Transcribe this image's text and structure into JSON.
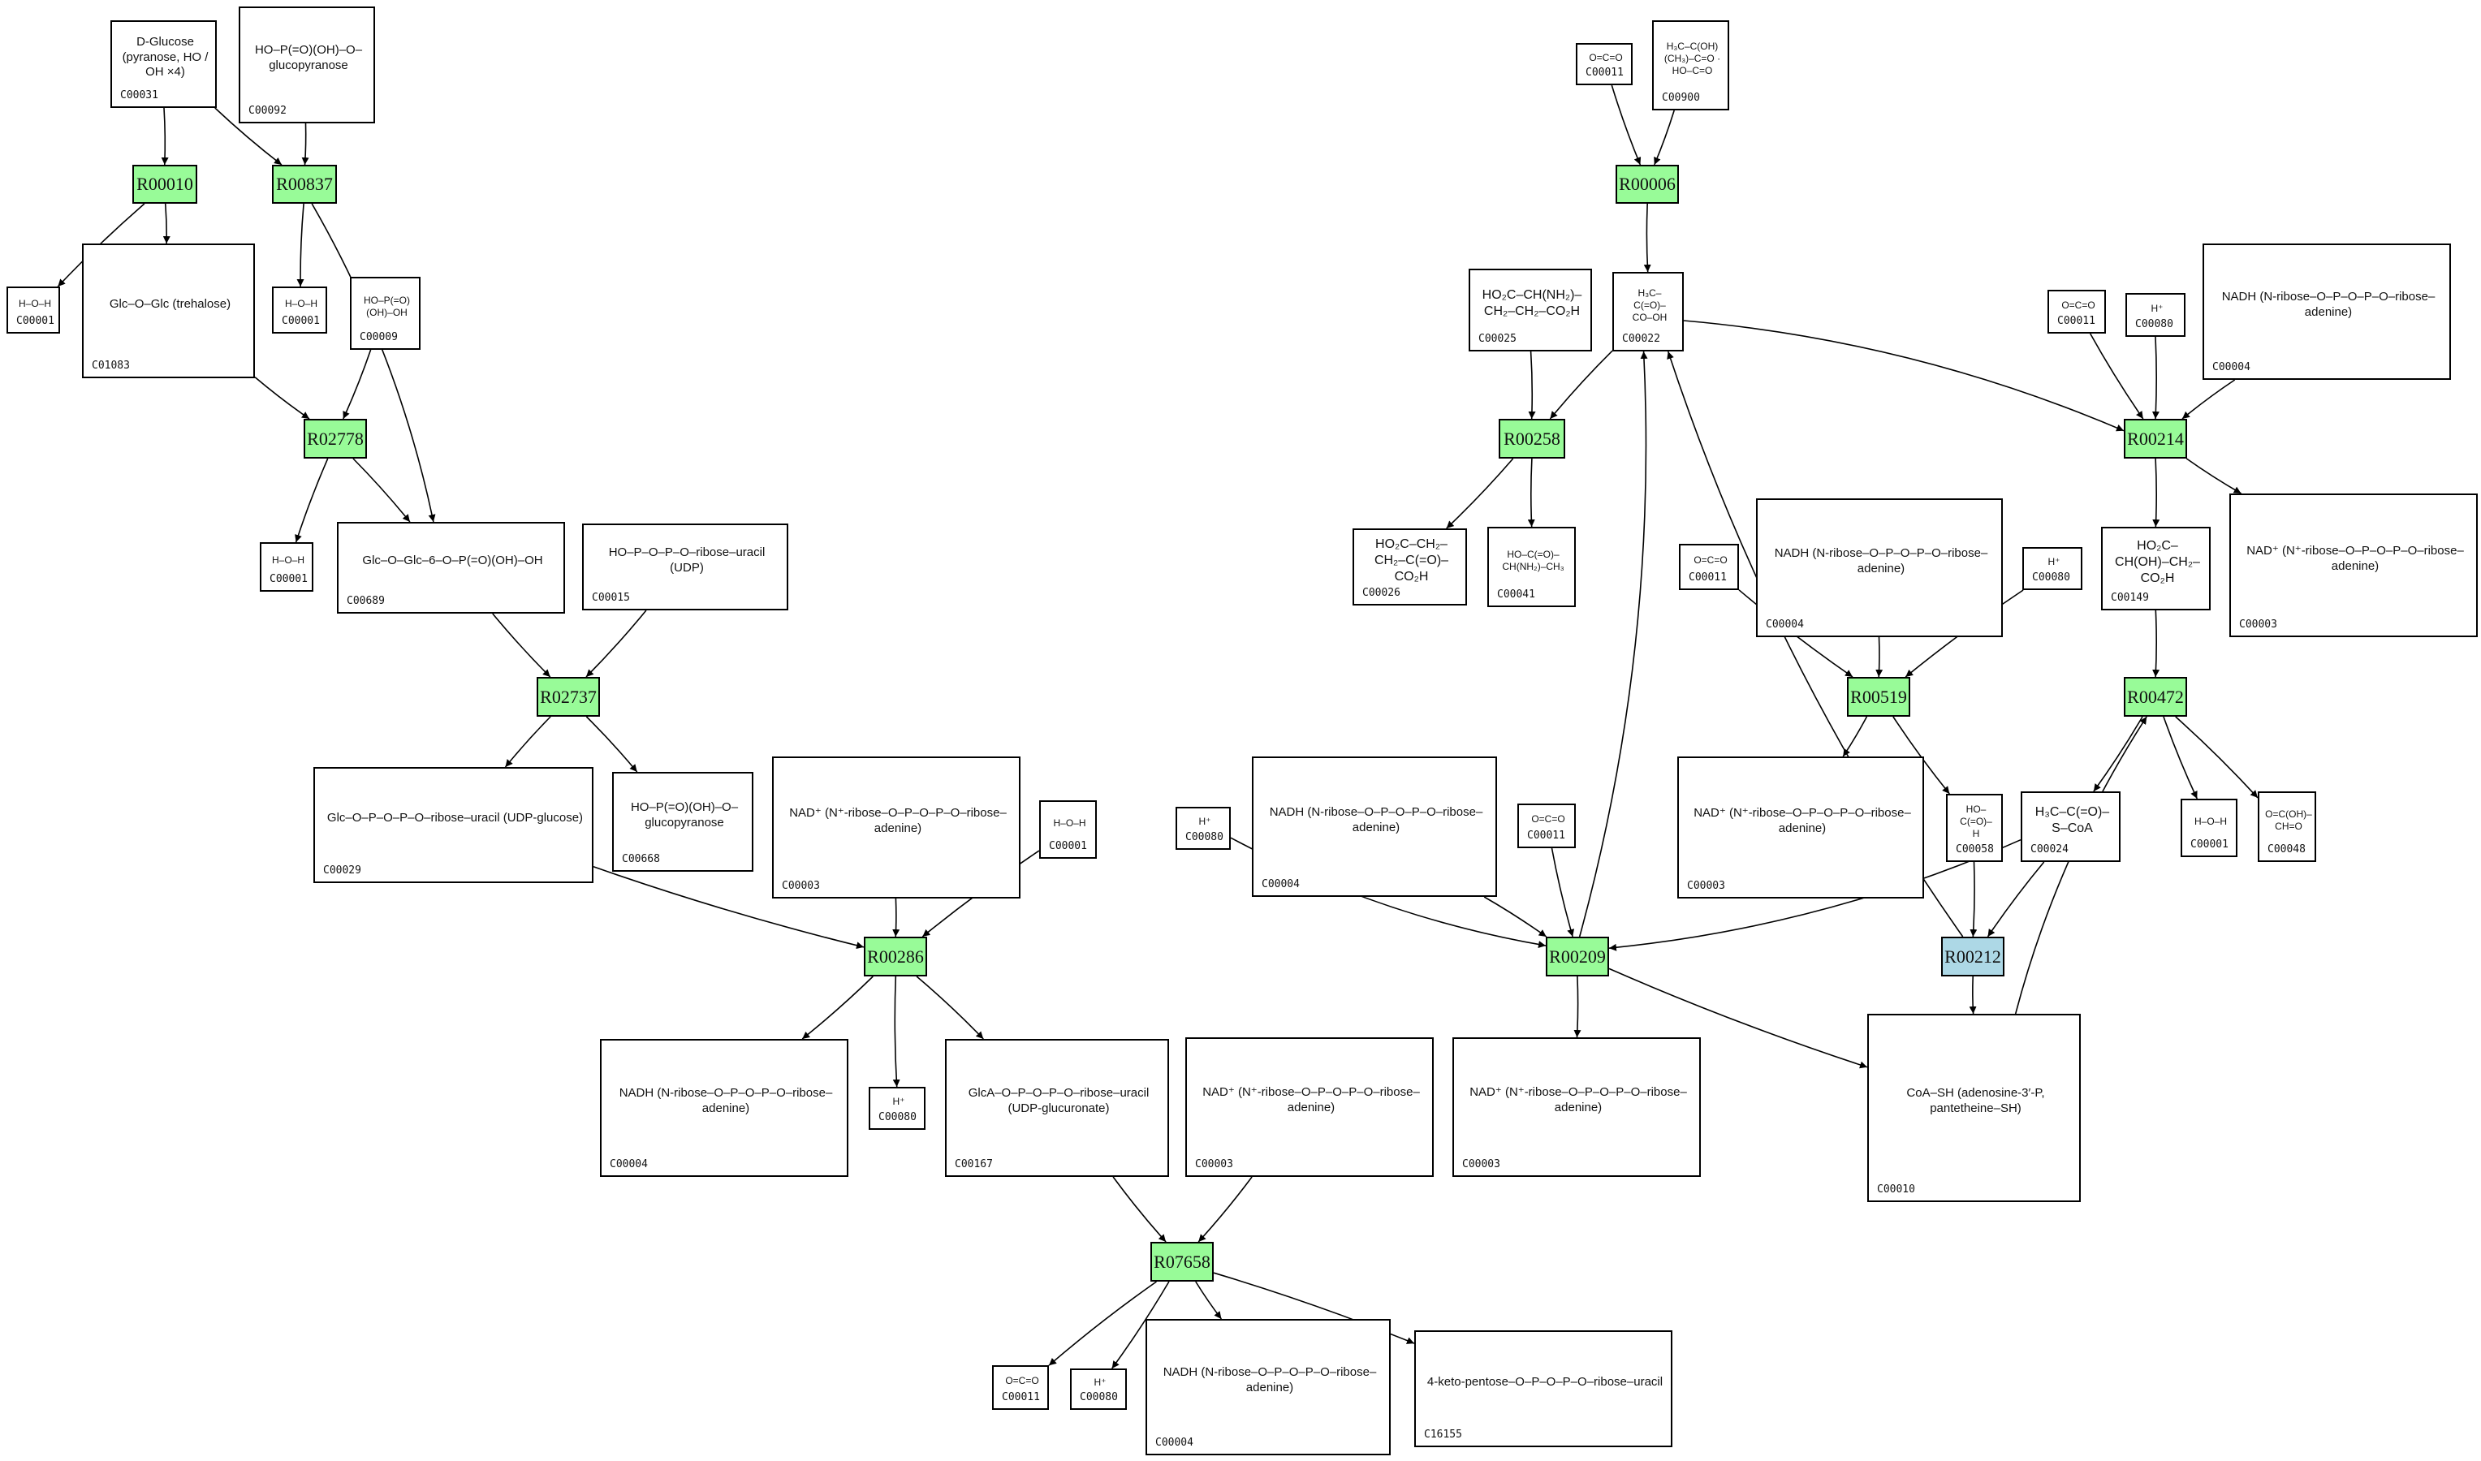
{
  "diagram": {
    "title": "",
    "reaction_color_default": "#98fb98",
    "reaction_color_highlight": "#add8e6",
    "compound_border_color": "#000000",
    "edge_color": "#000000"
  },
  "compounds": {
    "c00031": {
      "id": "C00031",
      "structure": "D-Glucose (pyranose, HO / OH ×4)"
    },
    "c00092": {
      "id": "C00092",
      "structure": "HO–P(=O)(OH)–O–glucopyranose"
    },
    "c00001a": {
      "id": "C00001",
      "structure": "H–O–H"
    },
    "c01083": {
      "id": "C01083",
      "structure": "Glc–O–Glc (trehalose)"
    },
    "c00001b": {
      "id": "C00001",
      "structure": "H–O–H"
    },
    "c00009": {
      "id": "C00009",
      "structure": "HO–P(=O)(OH)–OH"
    },
    "c00001c": {
      "id": "C00001",
      "structure": "H–O–H"
    },
    "c00689": {
      "id": "C00689",
      "structure": "Glc–O–Glc–6–O–P(=O)(OH)–OH"
    },
    "c00015": {
      "id": "C00015",
      "structure": "HO–P–O–P–O–ribose–uracil (UDP)"
    },
    "c00029": {
      "id": "C00029",
      "structure": "Glc–O–P–O–P–O–ribose–uracil (UDP-glucose)"
    },
    "c00668": {
      "id": "C00668",
      "structure": "HO–P(=O)(OH)–O–glucopyranose"
    },
    "c00003a": {
      "id": "C00003",
      "structure": "NAD⁺ (N⁺-ribose–O–P–O–P–O–ribose–adenine)"
    },
    "c00001d": {
      "id": "C00001",
      "structure": "H–O–H"
    },
    "c00004a": {
      "id": "C00004",
      "structure": "NADH (N-ribose–O–P–O–P–O–ribose–adenine)"
    },
    "c00080a": {
      "id": "C00080",
      "structure": "H⁺"
    },
    "c00167": {
      "id": "C00167",
      "structure": "GlcA–O–P–O–P–O–ribose–uracil (UDP-glucuronate)"
    },
    "c00003b": {
      "id": "C00003",
      "structure": "NAD⁺ (N⁺-ribose–O–P–O–P–O–ribose–adenine)"
    },
    "c00003c": {
      "id": "C00003",
      "structure": "NAD⁺ (N⁺-ribose–O–P–O–P–O–ribose–adenine)"
    },
    "c00011a": {
      "id": "C00011",
      "structure": "O=C=O"
    },
    "c00080b": {
      "id": "C00080",
      "structure": "H⁺"
    },
    "c00004b": {
      "id": "C00004",
      "structure": "NADH (N-ribose–O–P–O–P–O–ribose–adenine)"
    },
    "c16155": {
      "id": "C16155",
      "structure": "4-keto-pentose–O–P–O–P–O–ribose–uracil"
    },
    "c00011b": {
      "id": "C00011",
      "structure": "O=C=O"
    },
    "c00900": {
      "id": "C00900",
      "structure": "H₃C–C(OH)(CH₃)–C=O · HO–C=O"
    },
    "c00025": {
      "id": "C00025",
      "structure": "HO₂C–CH(NH₂)–CH₂–CH₂–CO₂H"
    },
    "c00022": {
      "id": "C00022",
      "structure": "H₃C–C(=O)–CO–OH"
    },
    "c00026": {
      "id": "C00026",
      "structure": "HO₂C–CH₂–CH₂–C(=O)–CO₂H"
    },
    "c00041": {
      "id": "C00041",
      "structure": "HO–C(=O)–CH(NH₂)–CH₃"
    },
    "c00011c": {
      "id": "C00011",
      "structure": "O=C=O"
    },
    "c00080c": {
      "id": "C00080",
      "structure": "H⁺"
    },
    "c00004c": {
      "id": "C00004",
      "structure": "NADH (N-ribose–O–P–O–P–O–ribose–adenine)"
    },
    "c00149": {
      "id": "C00149",
      "structure": "HO₂C–CH(OH)–CH₂–CO₂H"
    },
    "c00003d": {
      "id": "C00003",
      "structure": "NAD⁺ (N⁺-ribose–O–P–O–P–O–ribose–adenine)"
    },
    "c00011d": {
      "id": "C00011",
      "structure": "O=C=O"
    },
    "c00004d": {
      "id": "C00004",
      "structure": "NADH (N-ribose–O–P–O–P–O–ribose–adenine)"
    },
    "c00080d": {
      "id": "C00080",
      "structure": "H⁺"
    },
    "c00003e": {
      "id": "C00003",
      "structure": "NAD⁺ (N⁺-ribose–O–P–O–P–O–ribose–adenine)"
    },
    "c00058": {
      "id": "C00058",
      "structure": "HO–C(=O)–H"
    },
    "c00024": {
      "id": "C00024",
      "structure": "H₃C–C(=O)–S–CoA"
    },
    "c00001e": {
      "id": "C00001",
      "structure": "H–O–H"
    },
    "c00048": {
      "id": "C00048",
      "structure": "O=C(OH)–CH=O"
    },
    "c00080e": {
      "id": "C00080",
      "structure": "H⁺"
    },
    "c00004e": {
      "id": "C00004",
      "structure": "NADH (N-ribose–O–P–O–P–O–ribose–adenine)"
    },
    "c00011e": {
      "id": "C00011",
      "structure": "O=C=O"
    },
    "c00010": {
      "id": "C00010",
      "structure": "CoA–SH (adenosine-3′-P, pantetheine–SH)"
    }
  },
  "reactions": {
    "r00010": {
      "id": "R00010",
      "highlight": false
    },
    "r00837": {
      "id": "R00837",
      "highlight": false
    },
    "r02778": {
      "id": "R02778",
      "highlight": false
    },
    "r02737": {
      "id": "R02737",
      "highlight": false
    },
    "r00286": {
      "id": "R00286",
      "highlight": false
    },
    "r07658": {
      "id": "R07658",
      "highlight": false
    },
    "r00006": {
      "id": "R00006",
      "highlight": false
    },
    "r00258": {
      "id": "R00258",
      "highlight": false
    },
    "r00214": {
      "id": "R00214",
      "highlight": false
    },
    "r00519": {
      "id": "R00519",
      "highlight": false
    },
    "r00472": {
      "id": "R00472",
      "highlight": false
    },
    "r00209": {
      "id": "R00209",
      "highlight": false
    },
    "r00212": {
      "id": "R00212",
      "highlight": true
    }
  },
  "edges": [
    [
      "c00031",
      "r00010"
    ],
    [
      "c00031",
      "r00837"
    ],
    [
      "c00092",
      "r00837"
    ],
    [
      "r00010",
      "c00001a"
    ],
    [
      "r00010",
      "c01083"
    ],
    [
      "r00837",
      "c00001b"
    ],
    [
      "r00837",
      "c00689"
    ],
    [
      "c01083",
      "r02778"
    ],
    [
      "c00009",
      "r02778"
    ],
    [
      "r02778",
      "c00001c"
    ],
    [
      "r02778",
      "c00689"
    ],
    [
      "c00689",
      "r02737"
    ],
    [
      "c00015",
      "r02737"
    ],
    [
      "r02737",
      "c00029"
    ],
    [
      "r02737",
      "c00668"
    ],
    [
      "c00029",
      "r00286"
    ],
    [
      "c00003a",
      "r00286"
    ],
    [
      "c00001d",
      "r00286"
    ],
    [
      "r00286",
      "c00004a"
    ],
    [
      "r00286",
      "c00080a"
    ],
    [
      "r00286",
      "c00167"
    ],
    [
      "c00167",
      "r07658"
    ],
    [
      "c00003b",
      "r07658"
    ],
    [
      "r07658",
      "c00011a"
    ],
    [
      "r07658",
      "c00080b"
    ],
    [
      "r07658",
      "c00004b"
    ],
    [
      "r07658",
      "c16155"
    ],
    [
      "c00011b",
      "r00006"
    ],
    [
      "c00900",
      "r00006"
    ],
    [
      "r00006",
      "c00022"
    ],
    [
      "c00025",
      "r00258"
    ],
    [
      "c00022",
      "r00258"
    ],
    [
      "r00258",
      "c00026"
    ],
    [
      "r00258",
      "c00041"
    ],
    [
      "c00022",
      "r00214"
    ],
    [
      "c00011c",
      "r00214"
    ],
    [
      "c00080c",
      "r00214"
    ],
    [
      "c00004c",
      "r00214"
    ],
    [
      "r00214",
      "c00149"
    ],
    [
      "r00214",
      "c00003d"
    ],
    [
      "c00149",
      "r00472"
    ],
    [
      "c00011d",
      "r00519"
    ],
    [
      "c00004d",
      "r00519"
    ],
    [
      "c00080d",
      "r00519"
    ],
    [
      "r00519",
      "c00003e"
    ],
    [
      "r00519",
      "c00058"
    ],
    [
      "r00472",
      "c00024"
    ],
    [
      "r00472",
      "c00001e"
    ],
    [
      "r00472",
      "c00048"
    ],
    [
      "c00080e",
      "r00209"
    ],
    [
      "c00004e",
      "r00209"
    ],
    [
      "c00011e",
      "r00209"
    ],
    [
      "c00024",
      "r00209"
    ],
    [
      "r00209",
      "c00022"
    ],
    [
      "r00209",
      "c00003c"
    ],
    [
      "r00209",
      "c00010"
    ],
    [
      "c00058",
      "r00212"
    ],
    [
      "c00024",
      "r00212"
    ],
    [
      "r00212",
      "c00022"
    ],
    [
      "r00212",
      "c00010"
    ],
    [
      "c00010",
      "r00472"
    ]
  ]
}
